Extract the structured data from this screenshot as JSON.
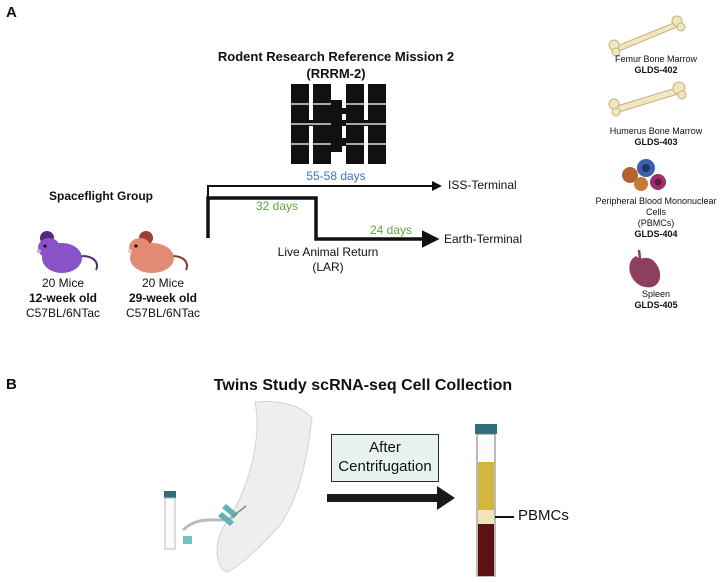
{
  "panel_a": {
    "label": "A",
    "mission_title": "Rodent Research Reference Mission 2",
    "mission_subtitle": "(RRRM-2)",
    "group_title": "Spaceflight Group",
    "group1": {
      "count": "20 Mice",
      "age": "12-week old",
      "strain": "C57BL/6NTac"
    },
    "group2": {
      "count": "20 Mice",
      "age": "29-week old",
      "strain": "C57BL/6NTac"
    },
    "duration_iss": "55-58 days",
    "duration_lar": "32 days",
    "duration_earth": "24 days",
    "iss_terminal": "ISS-Terminal",
    "earth_terminal": "Earth-Terminal",
    "lar_line1": "Live Animal Return",
    "lar_line2": "(LAR)",
    "tissues": [
      {
        "name": "Femur Bone Marrow",
        "id": "GLDS-402"
      },
      {
        "name": "Humerus Bone Marrow",
        "id": "GLDS-403"
      },
      {
        "name_line1": "Peripheral Blood Mononuclear Cells",
        "name_line2": "(PBMCs)",
        "id": "GLDS-404"
      },
      {
        "name": "Spleen",
        "id": "GLDS-405"
      }
    ]
  },
  "panel_b": {
    "label": "B",
    "title": "Twins Study scRNA-seq Cell Collection",
    "callout_line1": "After",
    "callout_line2": "Centrifugation",
    "pbmc_label": "PBMCs"
  },
  "colors": {
    "green_text": "#5fa63c",
    "blue_text": "#3f73c4",
    "callout_bg": "#e9f3ee"
  }
}
